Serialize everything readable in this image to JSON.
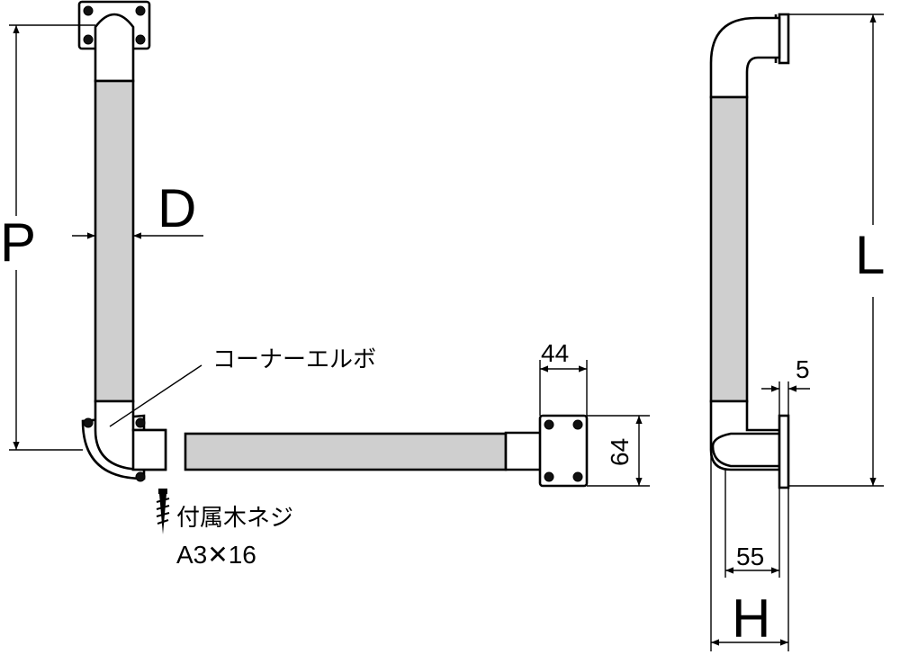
{
  "labels": {
    "p": "P",
    "d": "D",
    "l": "L",
    "h": "H",
    "dim_44": "44",
    "dim_64": "64",
    "dim_5": "5",
    "dim_55": "55",
    "corner_elbow": "コーナーエルボ",
    "screw_name": "付属木ネジ",
    "screw_size": "A3✕16"
  },
  "colors": {
    "line": "#000000",
    "grip": "#cfcfcf",
    "background": "#ffffff"
  },
  "icons": {
    "wood_screw": "wood-screw-icon"
  }
}
